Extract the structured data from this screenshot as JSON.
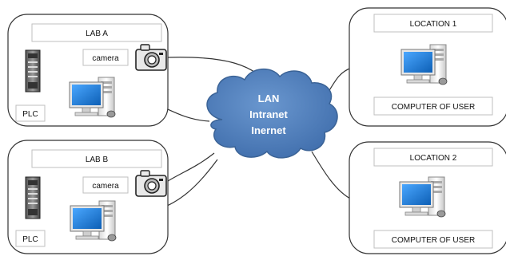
{
  "lab_a": {
    "title": "LAB A",
    "camera_label": "camera",
    "plc_label": "PLC"
  },
  "lab_b": {
    "title": "LAB B",
    "camera_label": "camera",
    "plc_label": "PLC"
  },
  "location_1": {
    "title": "LOCATION 1",
    "computer_label": "COMPUTER OF USER"
  },
  "location_2": {
    "title": "LOCATION 2",
    "computer_label": "COMPUTER OF USER"
  },
  "network": {
    "line1": "LAN",
    "line2": "Intranet",
    "line3": "Inernet"
  },
  "colors": {
    "cloud_fill": "#4f7fb9",
    "cloud_stroke": "#3b6396",
    "screen": "#1e7fd6",
    "line": "#333333"
  },
  "icons": [
    "camera-icon",
    "plc-icon",
    "computer-icon",
    "network-cloud"
  ]
}
